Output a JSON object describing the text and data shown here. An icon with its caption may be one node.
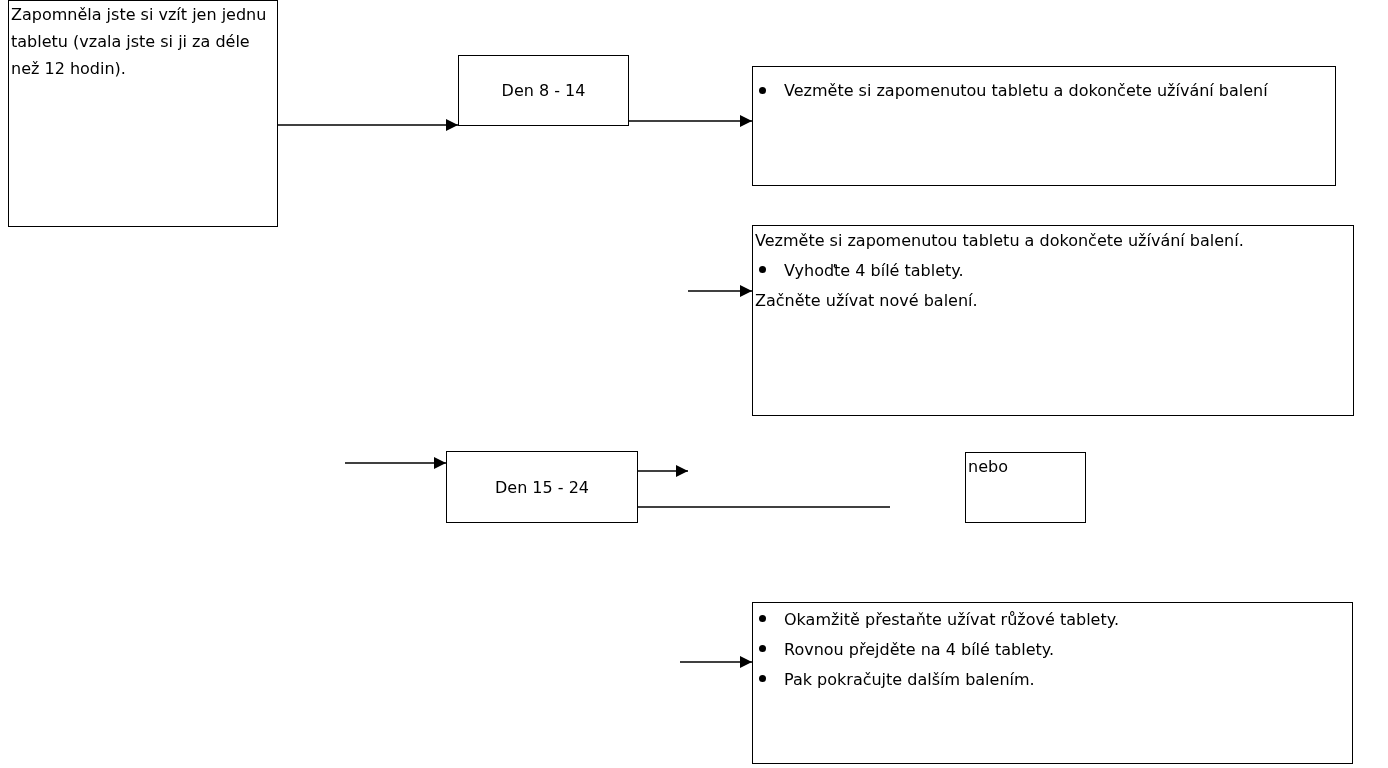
{
  "diagram": {
    "nodes": [
      {
        "text": [
          "Zapomněla jste si vzít jen jednu tabletu (vzala jste si ji za déle než 12 hodin)."
        ]
      },
      {
        "text": [
          "Den 8 - 14"
        ]
      },
      {
        "text": [
          "Vezměte si zapomenutou tabletu a dokončete užívání balení"
        ]
      },
      {
        "text": [
          "Vezměte si zapomenutou tabletu a dokončete užívání balení.",
          "Vyhoďte 4 bílé tablety.",
          "Začněte užívat nové balení."
        ]
      },
      {
        "text": [
          "Den 15 - 24"
        ]
      },
      {
        "text": [
          "nebo"
        ]
      },
      {
        "text": [
          "Okamžitě přestaňte užívat růžové tablety.",
          "Rovnou přejděte na 4 bílé tablety.",
          "Pak pokračujte dalším balením."
        ]
      }
    ],
    "edges": [
      {
        "from": 0,
        "to": 1,
        "arrow": "to"
      },
      {
        "from": 1,
        "to": 2,
        "arrow": "to"
      },
      {
        "from": null,
        "to": 3,
        "arrow": "to"
      },
      {
        "from": null,
        "to": 4,
        "arrow": "to"
      },
      {
        "from": 4,
        "to": null,
        "arrow": "to"
      },
      {
        "from": 4,
        "to": null,
        "arrow": "none"
      },
      {
        "from": null,
        "to": 6,
        "arrow": "to"
      }
    ]
  }
}
